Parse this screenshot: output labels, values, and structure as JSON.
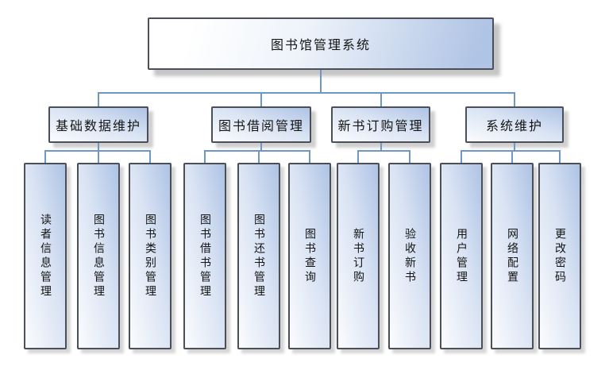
{
  "diagram": {
    "title": "图书馆管理系统",
    "groups": [
      {
        "label": "基础数据维护",
        "children": [
          "读者信息管理",
          "图书信息管理",
          "图书类别管理"
        ]
      },
      {
        "label": "图书借阅管理",
        "children": [
          "图书借书管理",
          "图书还书管理",
          "图书查询"
        ]
      },
      {
        "label": "新书订购管理",
        "children": [
          "新书订购",
          "验收新书"
        ]
      },
      {
        "label": "系统维护",
        "children": [
          "用户管理",
          "网络配置",
          "更改密码"
        ]
      }
    ],
    "colors": {
      "connector": "#6f97c5",
      "box_border": "#4b4f58",
      "box_fill_blue": "#aec3e5",
      "box_fill_light": "#fbfcfe",
      "shadow": "#aaaaaa"
    }
  }
}
